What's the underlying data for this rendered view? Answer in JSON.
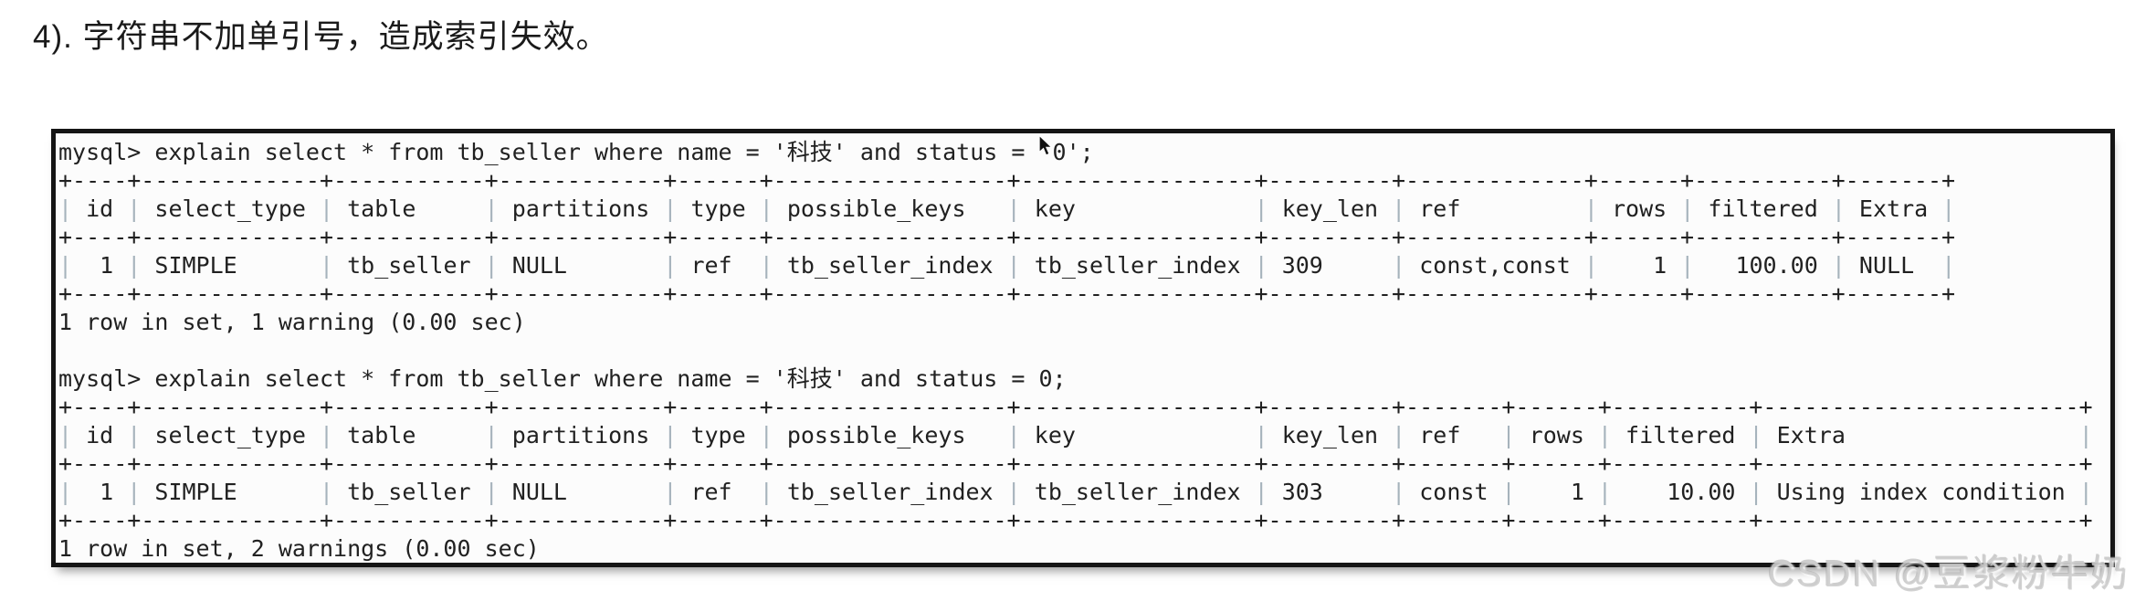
{
  "page": {
    "heading": "4). 字符串不加单引号，造成索引失效。"
  },
  "terminal": {
    "query1": "mysql> explain select * from tb_seller where name = '科技' and status = '0';",
    "status1": "1 row in set, 1 warning (0.00 sec)",
    "query2": "mysql> explain select * from tb_seller where name = '科技' and status = 0;",
    "status2": "1 row in set, 2 warnings (0.00 sec)",
    "tables": [
      {
        "columns": [
          "id",
          "select_type",
          "table",
          "partitions",
          "type",
          "possible_keys",
          "key",
          "key_len",
          "ref",
          "rows",
          "filtered",
          "Extra"
        ],
        "align": [
          "right",
          "left",
          "left",
          "left",
          "left",
          "left",
          "left",
          "left",
          "left",
          "right",
          "right",
          "left"
        ],
        "rows": [
          [
            "1",
            "SIMPLE",
            "tb_seller",
            "NULL",
            "ref",
            "tb_seller_index",
            "tb_seller_index",
            "309",
            "const,const",
            "1",
            "100.00",
            "NULL"
          ]
        ]
      },
      {
        "columns": [
          "id",
          "select_type",
          "table",
          "partitions",
          "type",
          "possible_keys",
          "key",
          "key_len",
          "ref",
          "rows",
          "filtered",
          "Extra"
        ],
        "align": [
          "right",
          "left",
          "left",
          "left",
          "left",
          "left",
          "left",
          "left",
          "left",
          "right",
          "right",
          "left"
        ],
        "rows": [
          [
            "1",
            "SIMPLE",
            "tb_seller",
            "NULL",
            "ref",
            "tb_seller_index",
            "tb_seller_index",
            "303",
            "const",
            "1",
            "10.00",
            "Using index condition"
          ]
        ]
      }
    ]
  },
  "watermark": {
    "text": "CSDN @豆浆粉牛奶"
  },
  "colors": {
    "text": "#212121",
    "pipe": "#a6b3bc",
    "watermark": "rgba(203,203,203,0.85)"
  }
}
